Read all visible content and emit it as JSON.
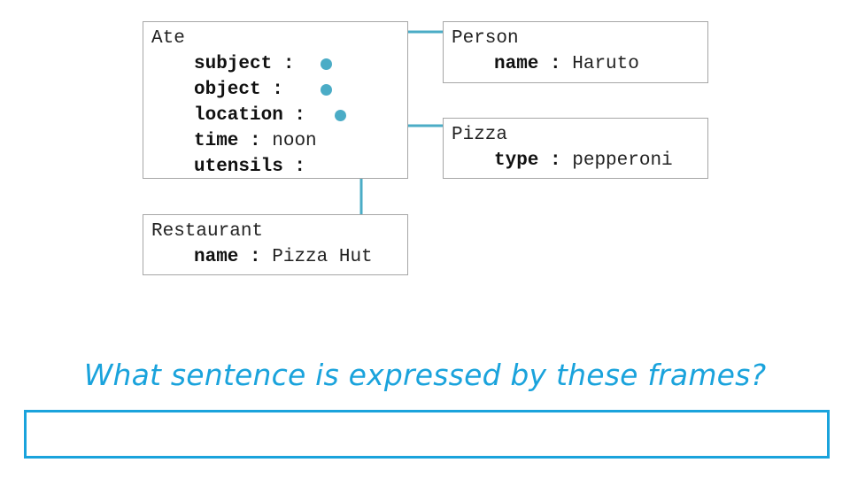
{
  "frames": {
    "ate": {
      "title": "Ate",
      "slots": [
        {
          "name": "subject",
          "sep": " :",
          "value": ""
        },
        {
          "name": "object",
          "sep": " :",
          "value": ""
        },
        {
          "name": "location",
          "sep": " :",
          "value": ""
        },
        {
          "name": "time",
          "sep": " : ",
          "value": "noon"
        },
        {
          "name": "utensils",
          "sep": " :",
          "value": ""
        }
      ]
    },
    "person": {
      "title": "Person",
      "slots": [
        {
          "name": "name",
          "sep": " : ",
          "value": "Haruto"
        }
      ]
    },
    "pizza": {
      "title": "Pizza",
      "slots": [
        {
          "name": "type",
          "sep": " : ",
          "value": "pepperoni"
        }
      ]
    },
    "restaurant": {
      "title": "Restaurant",
      "slots": [
        {
          "name": "name",
          "sep": " : ",
          "value": "Pizza Hut"
        }
      ]
    }
  },
  "connector_color": "#4bacc6",
  "accent_color": "#1aa3dc",
  "question": "What sentence is expressed by these frames?",
  "answer": {
    "value": "",
    "placeholder": ""
  }
}
